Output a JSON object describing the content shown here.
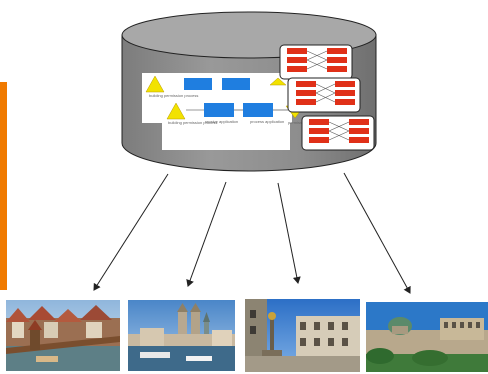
{
  "colors": {
    "accent_bar": "#f07a00",
    "cylinder_top": "#a8a8a8",
    "cylinder_body": "#8a8a8a",
    "process_box": "#1f7ee0",
    "triangle": "#f2e200",
    "mapping_red": "#e03018",
    "arrow": "#222222"
  },
  "process_labels": {
    "start_top": "building permission process",
    "start_bottom": "building permission process",
    "step_a": "receive application",
    "step_b": "process application",
    "end": "permission"
  },
  "photos": [
    {
      "name": "photo-chapel-bridge",
      "subject": "old town roofs and covered bridge"
    },
    {
      "name": "photo-cathedral-towers",
      "subject": "twin church towers at the lakefront"
    },
    {
      "name": "photo-street-fountain",
      "subject": "street with fountain statue"
    },
    {
      "name": "photo-federal-palace",
      "subject": "domed parliament building"
    }
  ]
}
